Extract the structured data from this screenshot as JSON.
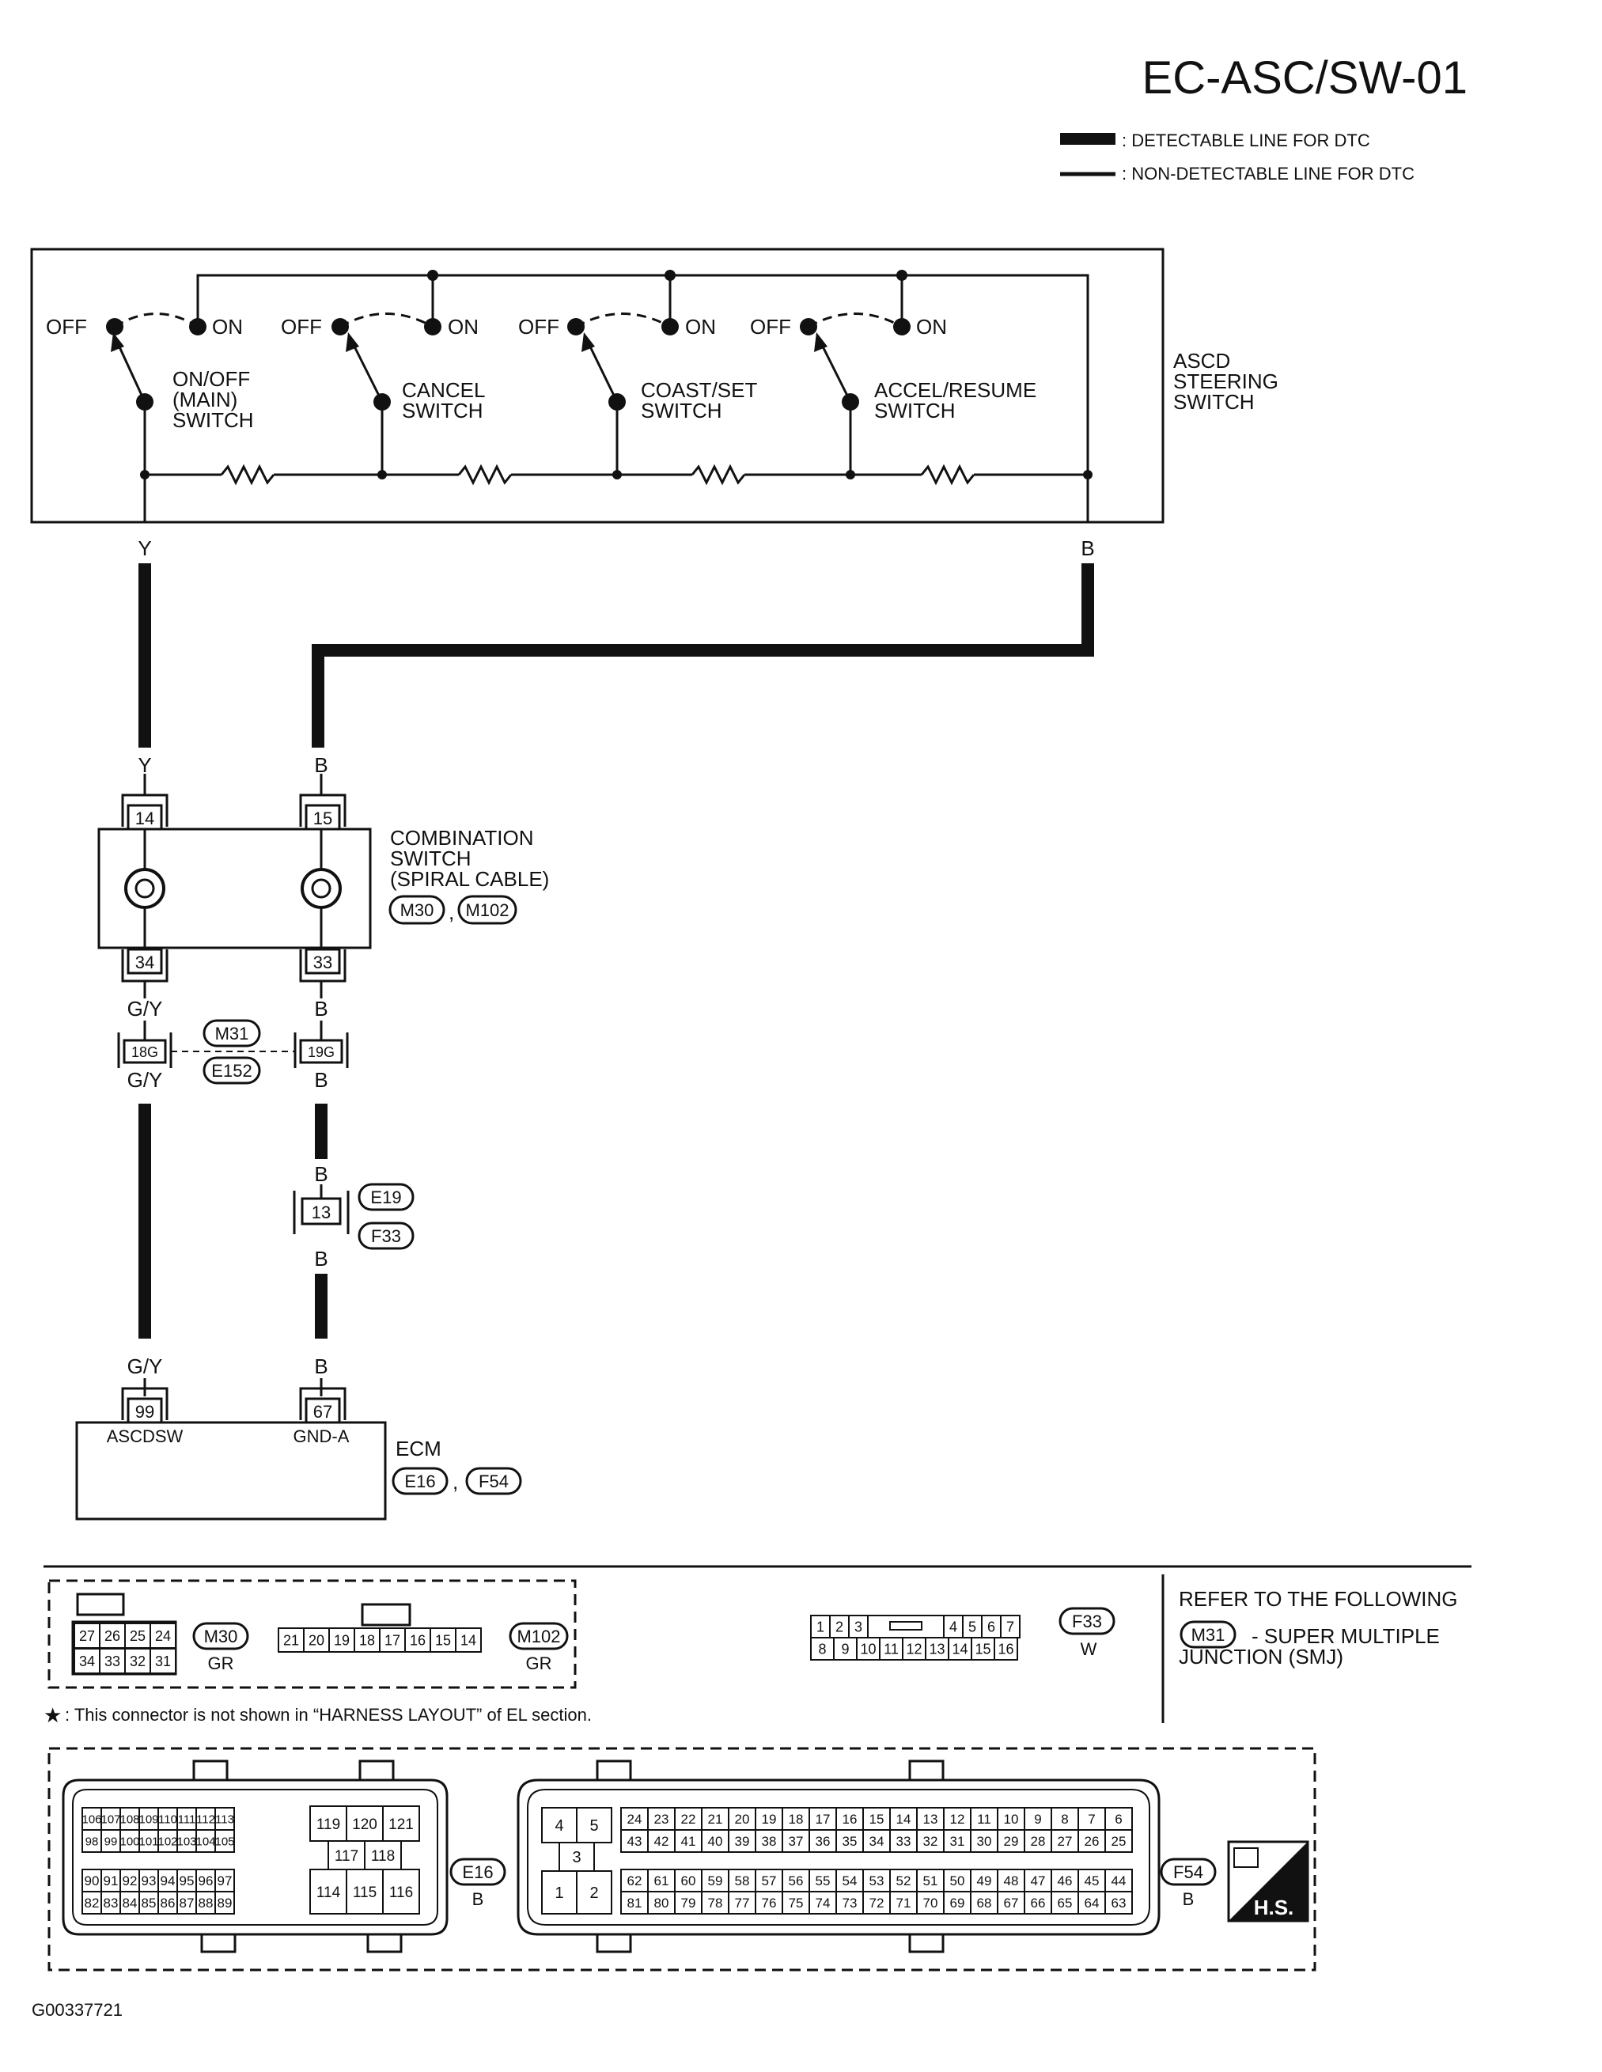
{
  "header": {
    "code": "EC-ASC/SW-01",
    "legend_detectable": ": DETECTABLE LINE FOR DTC",
    "legend_non_detectable": ": NON-DETECTABLE LINE FOR DTC"
  },
  "steering_switch": {
    "label_line1": "ASCD",
    "label_line2": "STEERING",
    "label_line3": "SWITCH",
    "off": "OFF",
    "on": "ON",
    "switches": [
      {
        "line1": "ON/OFF",
        "line2": "(MAIN)",
        "line3": "SWITCH"
      },
      {
        "line1": "CANCEL",
        "line2": "SWITCH"
      },
      {
        "line1": "COAST/SET",
        "line2": "SWITCH"
      },
      {
        "line1": "ACCEL/RESUME",
        "line2": "SWITCH"
      }
    ]
  },
  "wires": {
    "y": "Y",
    "b": "B",
    "gy": "G/Y"
  },
  "combination_switch": {
    "line1": "COMBINATION",
    "line2": "SWITCH",
    "line3": "(SPIRAL CABLE)",
    "conn1": "M30",
    "conn2": "M102",
    "sep": ",",
    "pin_in_left": "14",
    "pin_in_right": "15",
    "pin_out_left": "34",
    "pin_out_right": "33"
  },
  "junction": {
    "pin_left": "18G",
    "pin_right": "19G",
    "conn_top": "M31",
    "conn_bottom": "E152"
  },
  "connector_e19": {
    "pin": "13",
    "conn_top": "E19",
    "conn_bottom": "F33"
  },
  "ecm": {
    "label": "ECM",
    "pin_left": "99",
    "pin_right": "67",
    "term_left": "ASCDSW",
    "term_right": "GND-A",
    "conn1": "E16",
    "conn2": "F54",
    "sep": ","
  },
  "connectors": {
    "m30": {
      "name": "M30",
      "color": "GR",
      "top": [
        "27",
        "26",
        "25",
        "24"
      ],
      "bottom": [
        "34",
        "33",
        "32",
        "31"
      ]
    },
    "m102": {
      "name": "M102",
      "color": "GR",
      "row": [
        "21",
        "20",
        "19",
        "18",
        "17",
        "16",
        "15",
        "14"
      ]
    },
    "f33": {
      "name": "F33",
      "color": "W",
      "top_left": [
        "1",
        "2",
        "3"
      ],
      "top_right": [
        "4",
        "5",
        "6",
        "7"
      ],
      "bottom": [
        "8",
        "9",
        "10",
        "11",
        "12",
        "13",
        "14",
        "15",
        "16"
      ]
    },
    "refer_line1": "REFER TO THE FOLLOWING",
    "refer_conn": "M31",
    "refer_line2": "- SUPER MULTIPLE",
    "refer_line3": "JUNCTION (SMJ)",
    "note_star": "★",
    "note": ": This connector is not shown in “HARNESS LAYOUT” of EL section.",
    "e16": {
      "name": "E16",
      "color": "B",
      "r1": [
        "106",
        "107",
        "108",
        "109",
        "110",
        "111",
        "112",
        "113"
      ],
      "r2": [
        "98",
        "99",
        "100",
        "101",
        "102",
        "103",
        "104",
        "105"
      ],
      "r3": [
        "90",
        "91",
        "92",
        "93",
        "94",
        "95",
        "96",
        "97"
      ],
      "r4": [
        "82",
        "83",
        "84",
        "85",
        "86",
        "87",
        "88",
        "89"
      ],
      "mid_top": [
        "119",
        "120",
        "121"
      ],
      "mid_mid": [
        "117",
        "118"
      ],
      "mid_bot": [
        "114",
        "115",
        "116"
      ]
    },
    "f54": {
      "name": "F54",
      "color": "B",
      "big_top": [
        "4",
        "5"
      ],
      "big_mid": "3",
      "big_bot": [
        "1",
        "2"
      ],
      "r1": [
        "24",
        "23",
        "22",
        "21",
        "20",
        "19",
        "18",
        "17",
        "16",
        "15",
        "14",
        "13",
        "12",
        "11",
        "10",
        "9",
        "8",
        "7",
        "6"
      ],
      "r2": [
        "43",
        "42",
        "41",
        "40",
        "39",
        "38",
        "37",
        "36",
        "35",
        "34",
        "33",
        "32",
        "31",
        "30",
        "29",
        "28",
        "27",
        "26",
        "25"
      ],
      "r3": [
        "62",
        "61",
        "60",
        "59",
        "58",
        "57",
        "56",
        "55",
        "54",
        "53",
        "52",
        "51",
        "50",
        "49",
        "48",
        "47",
        "46",
        "45",
        "44"
      ],
      "r4": [
        "81",
        "80",
        "79",
        "78",
        "77",
        "76",
        "75",
        "74",
        "73",
        "72",
        "71",
        "70",
        "69",
        "68",
        "67",
        "66",
        "65",
        "64",
        "63"
      ]
    },
    "hs_badge": "H.S."
  },
  "footer": {
    "figure_id": "G00337721"
  }
}
